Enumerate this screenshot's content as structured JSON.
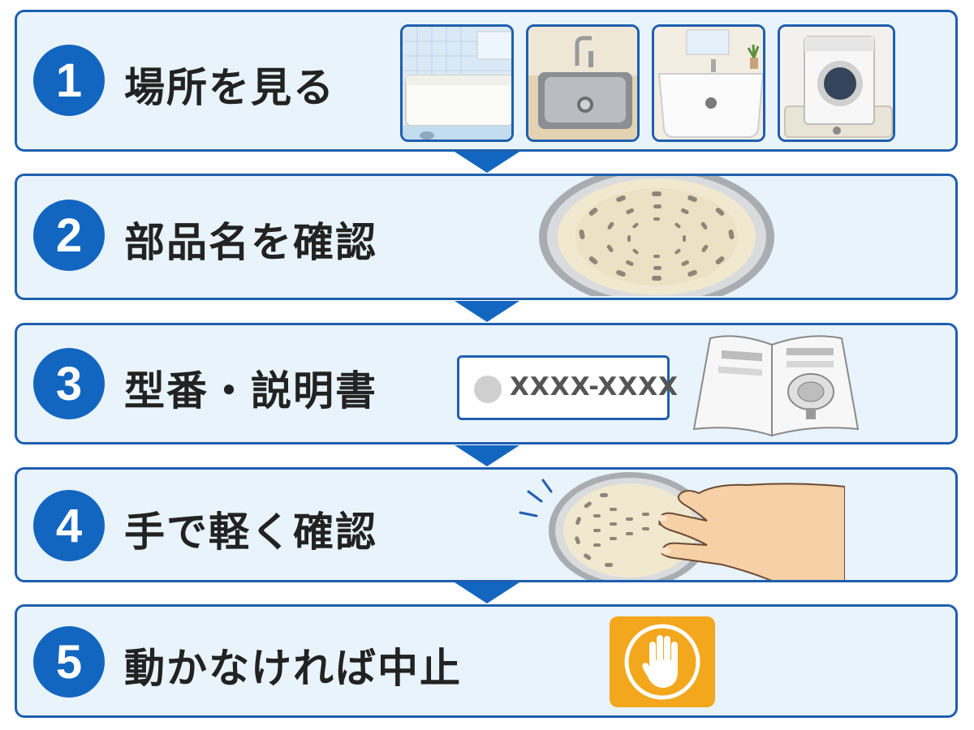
{
  "steps": [
    {
      "number": "1",
      "label": "場所を見る"
    },
    {
      "number": "2",
      "label": "部品名を確認"
    },
    {
      "number": "3",
      "label": "型番・説明書"
    },
    {
      "number": "4",
      "label": "手で軽く確認"
    },
    {
      "number": "5",
      "label": "動かなければ中止"
    }
  ],
  "model_number": "XXXX-XXXX",
  "colors": {
    "primary_blue": "#1366bf",
    "border_blue": "#1f5fae",
    "panel_bg": "#e8f3fb",
    "stop_orange": "#f3a71c"
  },
  "icons": [
    "bathtub-drain-icon",
    "kitchen-sink-drain-icon",
    "washbasin-drain-icon",
    "washing-machine-drain-icon",
    "drain-strainer-icon",
    "model-number-plate-icon",
    "instruction-manual-icon",
    "hand-touching-strainer-icon",
    "stop-hand-icon"
  ]
}
